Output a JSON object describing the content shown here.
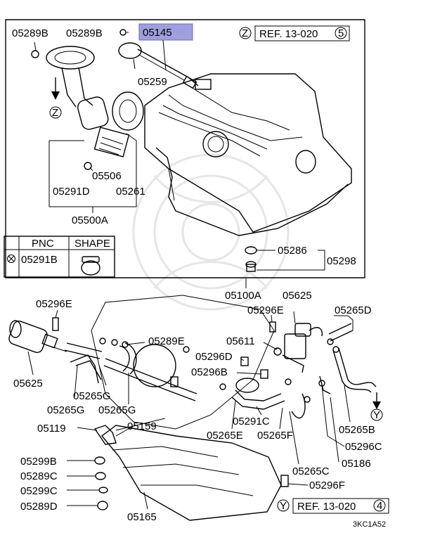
{
  "diagram": {
    "upper_labels": {
      "p05289b_a": "05289B",
      "p05289b_b": "05289B",
      "p05145": "05145",
      "p05259": "05259",
      "p05506": "05506",
      "p05291d": "05291D",
      "p05261": "05261",
      "p05500a": "05500A",
      "p05286": "05286",
      "p05298": "05298"
    },
    "lower_labels": {
      "p05100a": "05100A",
      "p05296e_left": "05296E",
      "p05296e_right": "05296E",
      "p05625_top": "05625",
      "p05265d": "05265D",
      "p05611": "05611",
      "p05289e": "05289E",
      "p05296d": "05296D",
      "p05296b": "05296B",
      "p05625_left": "05625",
      "p05265g_a": "05265G",
      "p05265g_b": "05265G",
      "p05265g_c": "05265G",
      "p05291c": "05291C",
      "p05265e": "05265E",
      "p05265f": "05265F",
      "p05265b": "05265B",
      "p05119": "05119",
      "p05159": "05159",
      "p05296c": "05296C",
      "p05299b": "05299B",
      "p05289c": "05289C",
      "p05299c": "05299C",
      "p05289d": "05289D",
      "p05165": "05165",
      "p05265c": "05265C",
      "p05186": "05186",
      "p05296f": "05296F"
    },
    "refs": {
      "z_letter": "Z",
      "z_text": "REF. 13-020",
      "z_num": "5",
      "y_letter": "Y",
      "y_text": "REF. 13-020",
      "y_num": "4",
      "arrow_z": "Z",
      "arrow_y": "Y"
    },
    "table": {
      "col_pnc": "PNC",
      "col_shape": "SHAPE",
      "row_pnc": "05291B"
    },
    "code": "3KC1A52",
    "colors": {
      "highlight": "#9f9fdf",
      "line": "#000000"
    }
  }
}
